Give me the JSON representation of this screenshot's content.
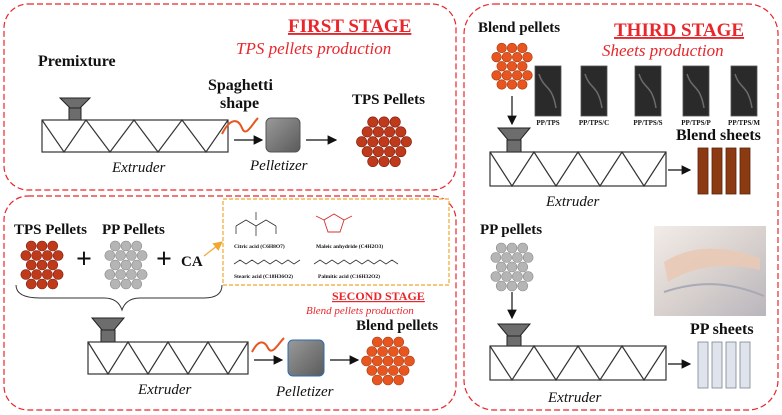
{
  "stage1": {
    "title": "FIRST STAGE",
    "subtitle": "TPS pellets production",
    "premixture": "Premixture",
    "spaghetti_line1": "Spaghetti",
    "spaghetti_line2": "shape",
    "tps_pellets": "TPS Pellets",
    "extruder": "Extruder",
    "pelletizer": "Pelletizer"
  },
  "stage2": {
    "title": "SECOND STAGE",
    "subtitle": "Blend pellets production",
    "tps_pellets": "TPS Pellets",
    "pp_pellets": "PP Pellets",
    "plus1": "+",
    "plus2": "+",
    "ca": "CA",
    "additives": {
      "citric": "Citric acid (C6H8O7)",
      "maleic": "Maleic anhydride (C4H2O3)",
      "stearic": "Stearic acid (C18H36O2)",
      "palmitic": "Palmitic acid (C16H32O2)"
    },
    "blend_pellets": "Blend pellets",
    "extruder": "Extruder",
    "pelletizer": "Pelletizer"
  },
  "stage3": {
    "title": "THIRD STAGE",
    "subtitle": "Sheets production",
    "blend_pellets": "Blend pellets",
    "samples": [
      "PP/TPS",
      "PP/TPS/C",
      "PP/TPS/S",
      "PP/TPS/P",
      "PP/TPS/M"
    ],
    "blend_sheets": "Blend sheets",
    "extruder_top": "Extruder",
    "pp_pellets": "PP pellets",
    "pp_sheets": "PP sheets",
    "extruder_bottom": "Extruder"
  },
  "colors": {
    "dashed_border": "#e8262b",
    "tps_pellet": "#c0391b",
    "blend_pellet": "#e8551f",
    "pp_pellet": "#b5b5b5",
    "blend_sheet": "#8b3a12",
    "pp_sheet": "#dfe4ec",
    "pelletizer": "#6d6d6d",
    "additive_border": "#f0a830"
  }
}
